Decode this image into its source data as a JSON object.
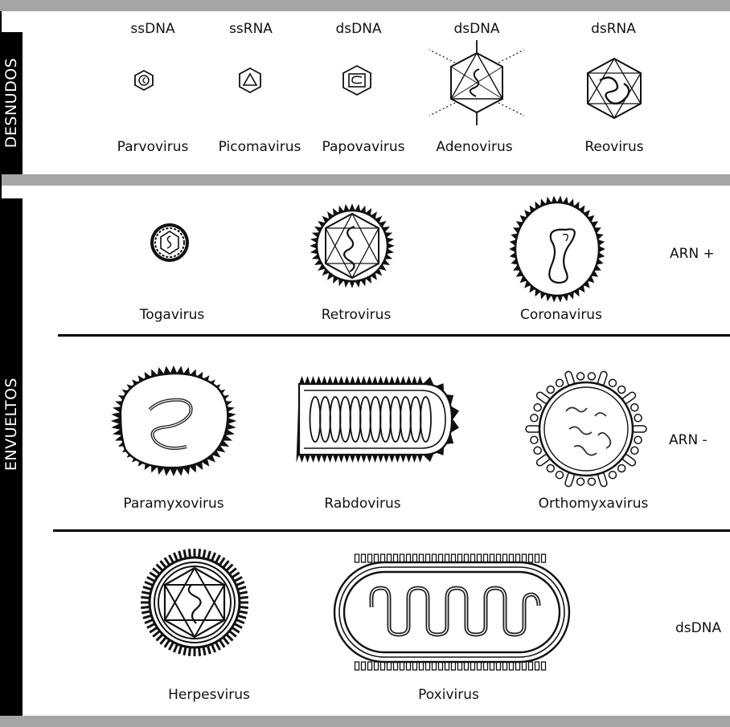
{
  "sections": {
    "naked": {
      "title": "DESNUDOS"
    },
    "enveloped": {
      "title": "ENVUELTOS"
    }
  },
  "naked_viruses": [
    {
      "genome": "ssDNA",
      "name": "Parvovirus"
    },
    {
      "genome": "ssRNA",
      "name": "Picomavirus"
    },
    {
      "genome": "dsDNA",
      "name": "Papovavirus"
    },
    {
      "genome": "dsDNA",
      "name": "Adenovirus"
    },
    {
      "genome": "dsRNA",
      "name": "Reovirus"
    }
  ],
  "enveloped_rows": [
    {
      "genome": "ARN  +",
      "viruses": [
        "Togavirus",
        "Retrovirus",
        "Coronavirus"
      ]
    },
    {
      "genome": "ARN  -",
      "viruses": [
        "Paramyxovirus",
        "Rabdovirus",
        "Orthomyxavirus"
      ]
    },
    {
      "genome": "dsDNA",
      "viruses": [
        "Herpesvirus",
        "Poxivirus"
      ]
    }
  ],
  "colors": {
    "band": "#a5a5a5",
    "sidebar": "#000000",
    "background": "#ffffff"
  }
}
